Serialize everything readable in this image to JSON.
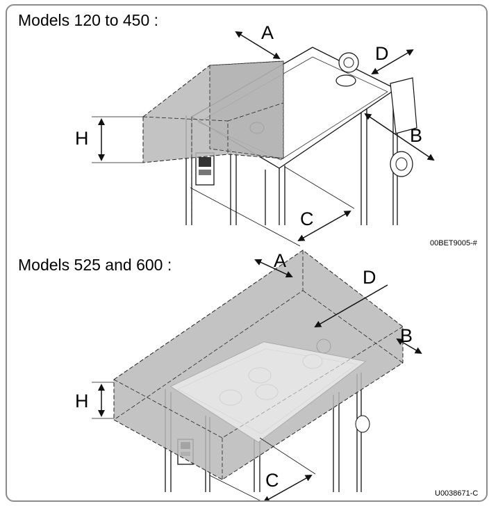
{
  "panel1": {
    "title": "Models 120 to 450 :",
    "ref_code": "00BET9005-#",
    "labels": {
      "a": "A",
      "b": "B",
      "c": "C",
      "d": "D",
      "h": "H"
    }
  },
  "panel2": {
    "title": "Models 525 and 600 :",
    "ref_code": "U0038671-C",
    "labels": {
      "a": "A",
      "b": "B",
      "c": "C",
      "d": "D",
      "h": "H"
    }
  },
  "colors": {
    "clearance_zone": "#b9b9b9",
    "frame_border": "#8a8a8a",
    "line": "#111111"
  }
}
